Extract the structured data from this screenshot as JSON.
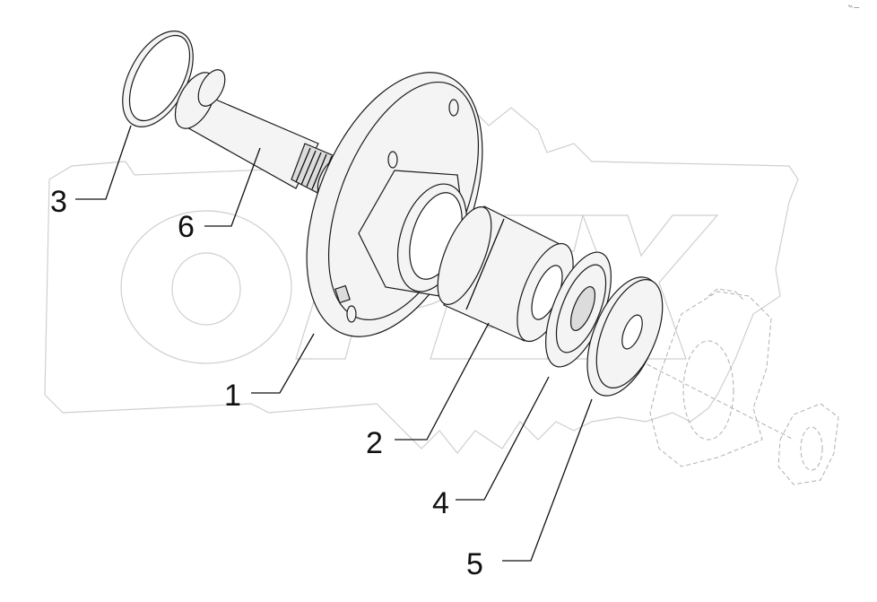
{
  "diagram": {
    "kind": "exploded parts view",
    "watermark_text": "OPEX",
    "corner_mark": "°ⁿ —",
    "callouts": [
      {
        "id": "1",
        "label": "1"
      },
      {
        "id": "2",
        "label": "2"
      },
      {
        "id": "3",
        "label": "3"
      },
      {
        "id": "4",
        "label": "4"
      },
      {
        "id": "5",
        "label": "5"
      },
      {
        "id": "6",
        "label": "6"
      }
    ],
    "parts": [
      "flange-hub",
      "bushing",
      "o-ring",
      "bearing",
      "washer",
      "shaft",
      "hex-nut",
      "housing"
    ]
  }
}
